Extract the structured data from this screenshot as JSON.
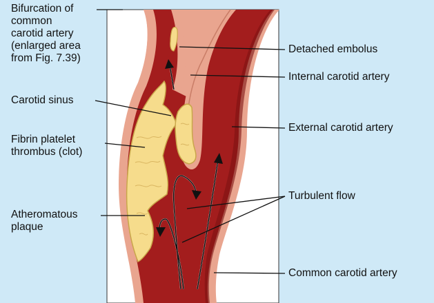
{
  "labels": {
    "bifurcation": "Bifurcation of\ncommon\ncarotid artery\n(enlarged area\nfrom Fig. 7.39)",
    "carotid_sinus": "Carotid sinus",
    "fibrin_thrombus": "Fibrin platelet\nthrombus (clot)",
    "atheromatous_plaque": "Atheromatous\nplaque",
    "detached_embolus": "Detached embolus",
    "internal_carotid": "Internal carotid artery",
    "external_carotid": "External carotid artery",
    "turbulent_flow": "Turbulent flow",
    "common_carotid": "Common carotid artery"
  },
  "colors": {
    "background": "#cfe9f7",
    "panel": "#ffffff",
    "artery_wall": "#e9a58f",
    "lumen": "#a31d1d",
    "plaque": "#f6dc8c",
    "plaque_edge": "#c9a64a",
    "leader": "#111111"
  }
}
